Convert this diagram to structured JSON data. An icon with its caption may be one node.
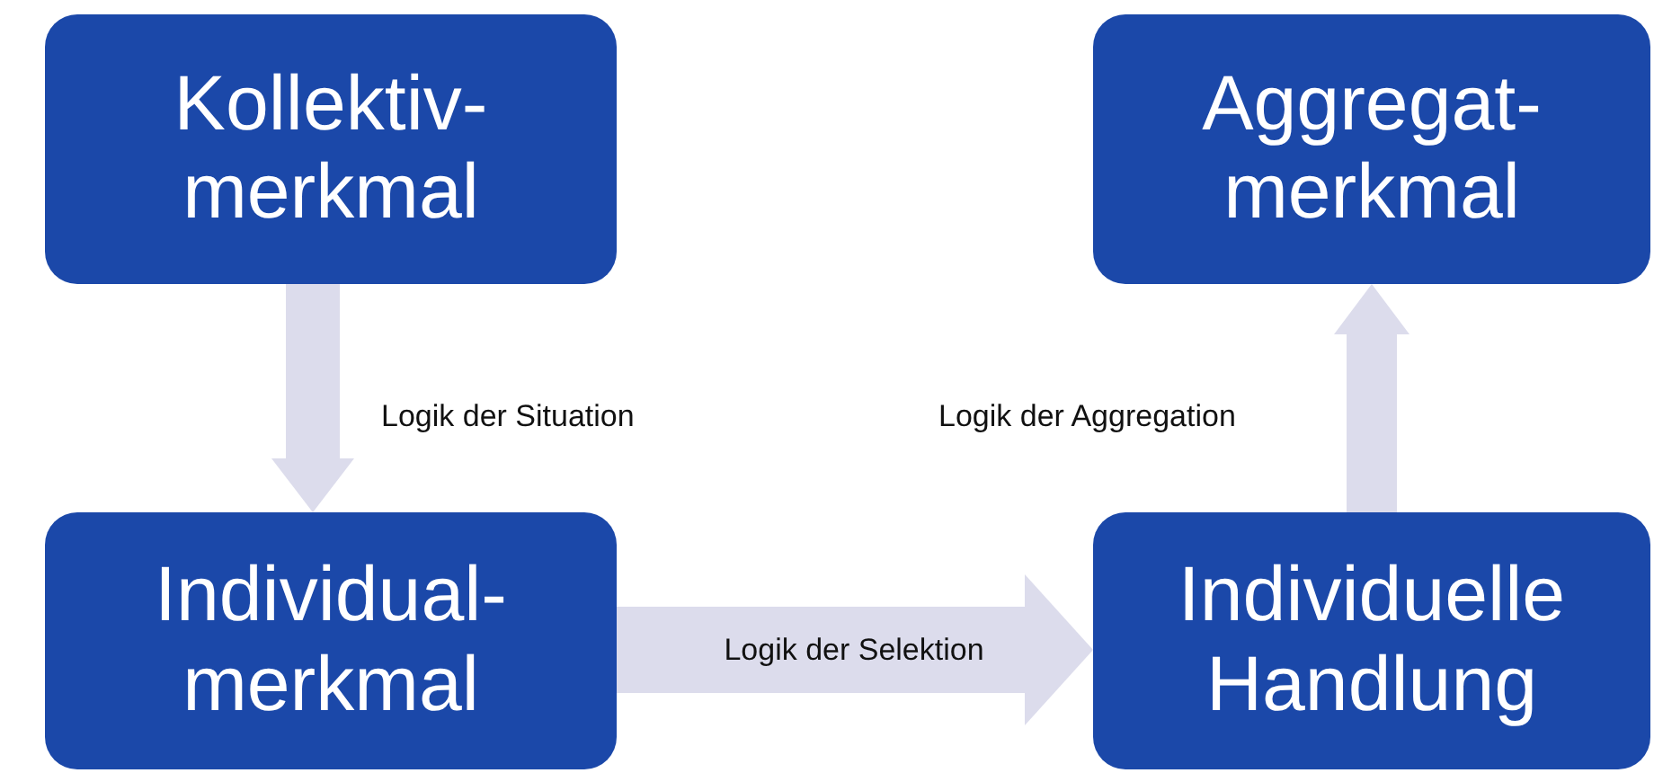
{
  "diagram": {
    "nodes": [
      {
        "text": [
          "Kollektiv- merkmal"
        ]
      },
      {
        "text": [
          "Aggregat- merkmal"
        ]
      },
      {
        "text": [
          "Individual- merkmal"
        ]
      },
      {
        "text": [
          "Individuelle Handlung"
        ]
      }
    ],
    "edges": [
      {
        "from": 0,
        "to": 2,
        "arrow": "to",
        "label": "Logik der Situation"
      },
      {
        "from": 2,
        "to": 3,
        "arrow": "to",
        "label": "Logik der Selektion"
      },
      {
        "from": 3,
        "to": 1,
        "arrow": "to",
        "label": "Logik der Aggregation"
      }
    ]
  }
}
